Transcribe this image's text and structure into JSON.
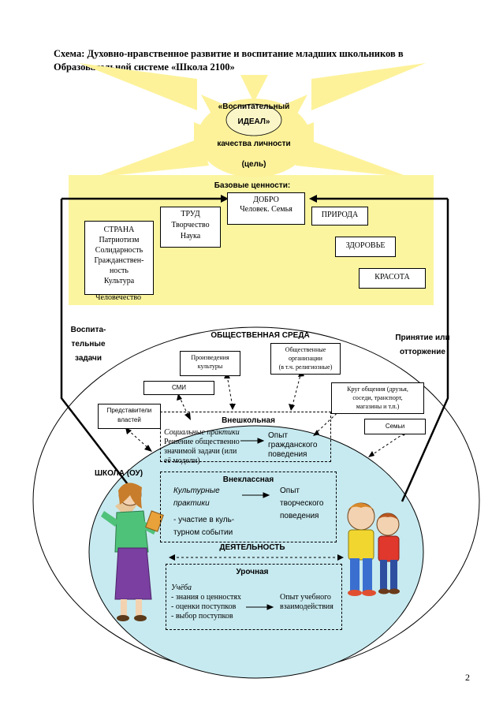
{
  "title_line1": "Схема: Духовно-нравственное развитие и воспитание младших школьников в",
  "title_line2": "Образовательной системе «Школа 2100»",
  "sun": {
    "l1": "«Воспитательный",
    "l2": "ИДЕАЛ»",
    "l3": "качества личности",
    "l4": "(цель)"
  },
  "values_band": {
    "label": "Базовые ценности:",
    "dobro_title": "ДОБРО",
    "dobro_sub": "Человек. Семья",
    "trud_title": "ТРУД",
    "trud_sub1": "Творчество",
    "trud_sub2": "Наука",
    "strana_title": "СТРАНА",
    "strana_items": [
      "Патриотизм",
      "Солидарность",
      "Гражданствен-",
      "ность",
      "Культура"
    ],
    "strana_extra": "Человечество",
    "priroda": "ПРИРОДА",
    "zdorovye": "ЗДОРОВЬЕ",
    "krasota": "КРАСОТА"
  },
  "left_label": [
    "Воспита-",
    "тельные",
    "задачи"
  ],
  "right_label": [
    "Принятие или",
    "отторжение"
  ],
  "social": {
    "header": "ОБЩЕСТВЕННАЯ СРЕДА",
    "works": [
      "Произведения",
      "культуры"
    ],
    "orgs": [
      "Общественные",
      "организации",
      "(в т.ч. религиозные)"
    ],
    "smi": "СМИ",
    "circle": [
      "Круг общения (друзья,",
      "соседи, транспорт,",
      "магазины и т.п.)"
    ],
    "authorities": [
      "Представители",
      "властей"
    ],
    "families": "Семьи"
  },
  "school_label": "ШКОЛА (ОУ)",
  "activity_label": "ДЕЯТЕЛЬНОСТЬ",
  "extracurricular_out": {
    "title": "Внешкольная",
    "i1": "Социальные практики",
    "i2": "Решение общественно",
    "i3": "значимой задачи (или",
    "i4": "её модели)",
    "o1": "Опыт",
    "o2": "гражданского",
    "o3": "поведения"
  },
  "extracurricular_in": {
    "title": "Внеклассная",
    "i1": "Культурные",
    "i2": "практики",
    "i3": "- участие в куль-",
    "i4": "турном событии",
    "o1": "Опыт",
    "o2": "творческого",
    "o3": "поведения"
  },
  "lesson": {
    "title": "Урочная",
    "i1": "Учёба",
    "i2": "- знания о ценностях",
    "i3": "- оценки поступков",
    "i4": "- выбор поступков",
    "o1": "Опыт учебного",
    "o2": "взаимодействия"
  },
  "page_number": "2",
  "colors": {
    "sun": "#fdf29a",
    "band": "#fbf5a0",
    "ellipse_inner": "#c7eaf0",
    "sun_core": "#fbf4b0"
  }
}
